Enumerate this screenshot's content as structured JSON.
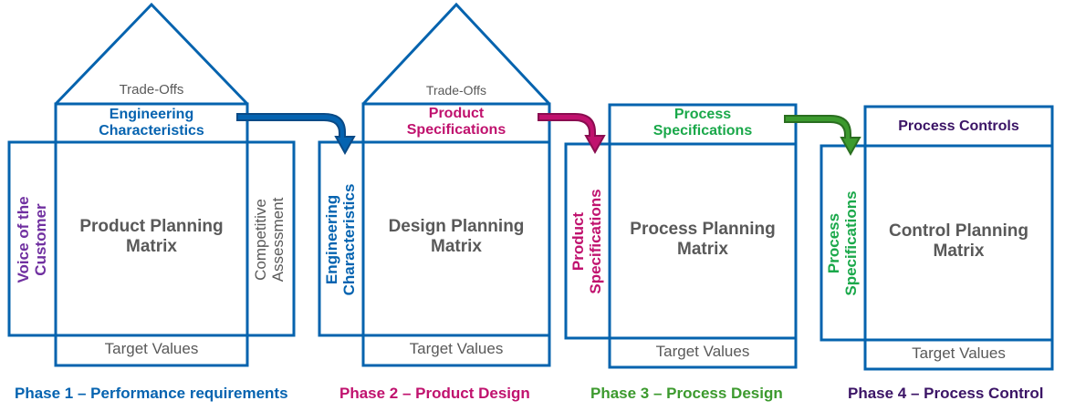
{
  "colors": {
    "box_stroke": "#0563ae",
    "phase1": "#0563b0",
    "phase2": "#c0126e",
    "phase3_label": "#3c9a2e",
    "phase3_text": "#1aa84a",
    "phase4": "#3b1466",
    "voice": "#7030a0",
    "gray_text": "#595959",
    "arrow1": "#0563b0",
    "arrow2": "#c0126e",
    "arrow3": "#3c9a2e"
  },
  "phases": [
    {
      "roof_label": "Trade-Offs",
      "top_label": "Engineering Characteristics",
      "top_label_lines": [
        "Engineering",
        "Characteristics"
      ],
      "left_label_lines": [
        "Voice of the",
        "Customer"
      ],
      "right_label_lines": [
        "Competitive",
        "Assessment"
      ],
      "matrix_lines": [
        "Product Planning",
        "Matrix"
      ],
      "bottom_label": "Target Values",
      "caption": "Phase 1 – Performance requirements"
    },
    {
      "roof_label": "Trade-Offs",
      "top_label_lines": [
        "Product",
        "Specifications"
      ],
      "left_label_lines": [
        "Engineering",
        "Characteristics"
      ],
      "matrix_lines": [
        "Design Planning",
        "Matrix"
      ],
      "bottom_label": "Target Values",
      "caption": "Phase 2 – Product Design"
    },
    {
      "top_label_lines": [
        "Process",
        "Specifications"
      ],
      "left_label_lines": [
        "Product",
        "Specifications"
      ],
      "matrix_lines": [
        "Process Planning",
        "Matrix"
      ],
      "bottom_label": "Target Values",
      "caption": "Phase 3 – Process Design"
    },
    {
      "top_label_lines": [
        "Process Controls"
      ],
      "left_label_lines": [
        "Process",
        "Specifications"
      ],
      "matrix_lines": [
        "Control Planning",
        "Matrix"
      ],
      "bottom_label": "Target Values",
      "caption": "Phase 4 – Process Control"
    }
  ],
  "arrows": [
    {
      "from": "Phase 1",
      "to": "Phase 2",
      "icon": "curved-arrow-down"
    },
    {
      "from": "Phase 2",
      "to": "Phase 3",
      "icon": "curved-arrow-down"
    },
    {
      "from": "Phase 3",
      "to": "Phase 4",
      "icon": "curved-arrow-down"
    }
  ]
}
